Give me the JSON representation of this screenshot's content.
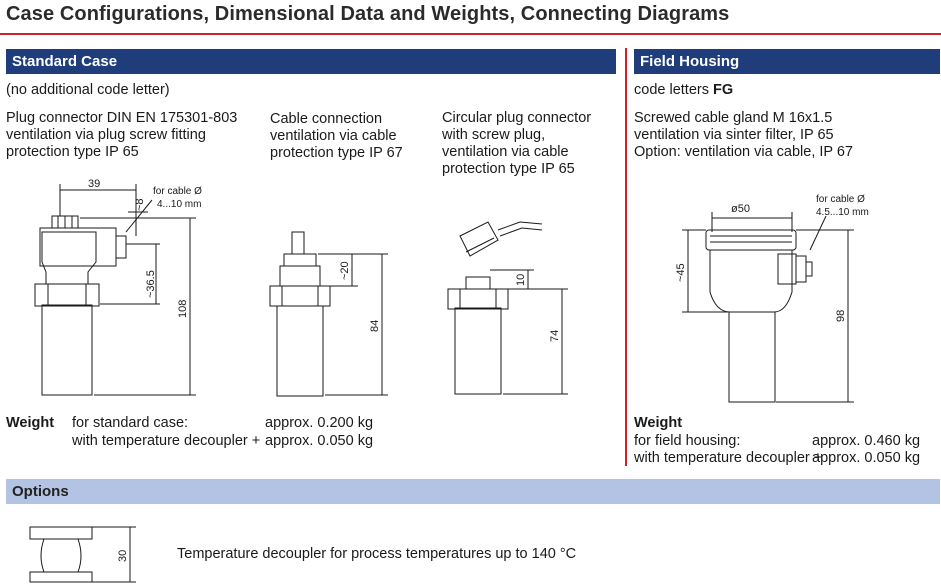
{
  "page_title": "Case Configurations, Dimensional Data and Weights, Connecting Diagrams",
  "standard": {
    "header": "Standard Case",
    "code_note": "(no additional code letter)",
    "variants": [
      {
        "lines": [
          "Plug connector DIN EN 175301-803",
          "ventilation via plug screw fitting",
          "protection type IP 65"
        ]
      },
      {
        "lines": [
          "Cable connection",
          "ventilation via cable",
          "protection type IP 67"
        ]
      },
      {
        "lines": [
          "Circular plug connector",
          "with screw plug,",
          "ventilation via cable",
          "protection type IP 65"
        ]
      }
    ],
    "weight_label": "Weight",
    "weight_rows": [
      {
        "label": "for standard case:",
        "value": "approx. 0.200 kg"
      },
      {
        "label": "with temperature decoupler +",
        "value": "approx. 0.050 kg"
      }
    ]
  },
  "field": {
    "header": "Field Housing",
    "code_prefix": "code letters ",
    "code_value": "FG",
    "lines": [
      "Screwed cable gland M 16x1.5",
      "ventilation via sinter filter, IP 65",
      "Option: ventilation via cable, IP 67"
    ],
    "weight_label": "Weight",
    "weight_rows": [
      {
        "label": "for field housing:",
        "value": "approx. 0.460 kg"
      },
      {
        "label": "with temperature decoupler +",
        "value": "approx. 0.050 kg"
      }
    ]
  },
  "options": {
    "header": "Options",
    "description": "Temperature decoupler for process temperatures up to 140 °C",
    "dim": "30"
  },
  "drawings": {
    "plug": {
      "width_dim": "39",
      "small_dim": "~8",
      "cable_note_1": "for cable Ø",
      "cable_note_2": "4...10 mm",
      "mid_dim": "~36.5",
      "height_dim": "108"
    },
    "cable": {
      "top_dim": "~20",
      "height_dim": "84"
    },
    "circular": {
      "top_dim": "10",
      "height_dim": "74"
    },
    "field": {
      "diameter_dim": "ø50",
      "cable_note_1": "for cable Ø",
      "cable_note_2": "4.5...10 mm",
      "head_dim": "~45",
      "height_dim": "98"
    }
  },
  "colors": {
    "title_rule": "#d0202e",
    "section_bar": "#1f3d7a",
    "options_bar": "#b3c3e3"
  }
}
